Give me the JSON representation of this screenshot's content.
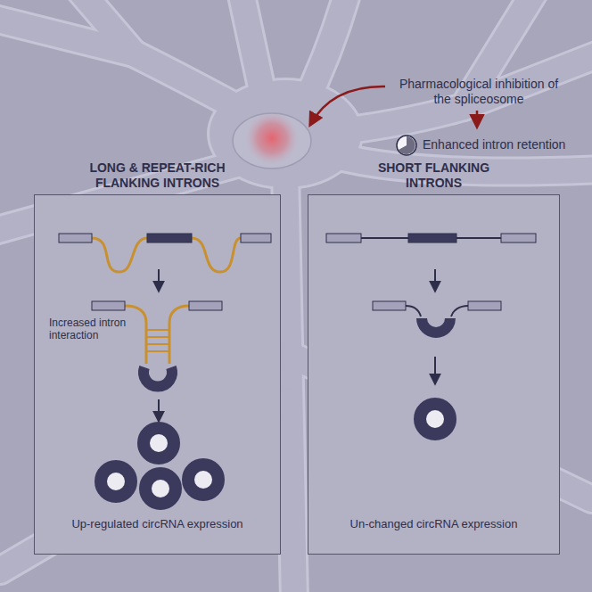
{
  "diagram": {
    "nodes": [
      {
        "text": [
          "LONG & REPEAT-RICH FLANKING INTRONS",
          "Increased intron interaction",
          "Up-regulated circRNA expression"
        ]
      },
      {
        "text": [
          "SHORT FLANKING INTRONS",
          "Un-changed circRNA expression"
        ]
      }
    ],
    "labels": [
      "Pharmacological inhibition of the spliceosome",
      "Enhanced intron retention"
    ]
  }
}
